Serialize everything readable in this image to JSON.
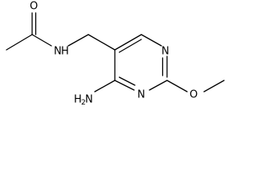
{
  "molecule": {
    "atom_labels": {
      "carbonyl_oxygen": "O",
      "amide_nitrogen": "N",
      "amide_hydrogen": "H",
      "ring_nitrogen_upper": "N",
      "ring_nitrogen_lower": "N",
      "ether_oxygen": "O",
      "amino_group": "H",
      "amino_subscript": "2",
      "amino_nitrogen": "N"
    }
  }
}
